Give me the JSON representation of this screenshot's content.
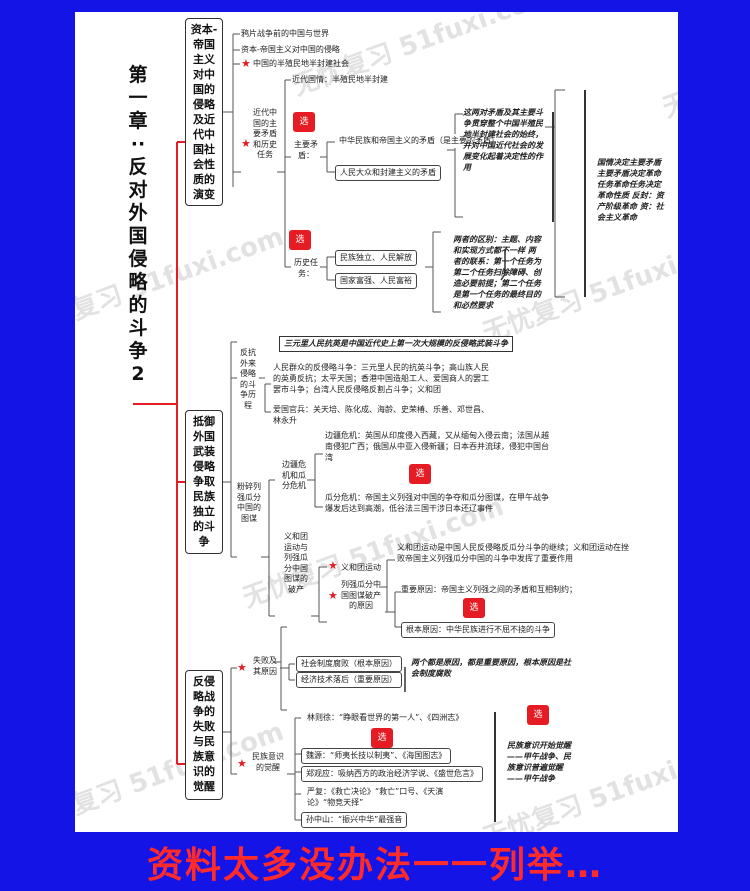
{
  "watermark": "无忧复习 51fuxi.com",
  "chapter_title": "第一章··反对外国侵略的斗争2",
  "footer": "资料太多没办法一一列举…",
  "badge_text": "选",
  "section1": {
    "title": "资本-帝国主义对中国的侵略及近代中国社会性质的演变",
    "items": [
      "鸦片战争前的中国与世界",
      "资本-帝国主义对中国的侵略",
      "中国的半殖民地半封建社会"
    ],
    "sub_label": "近代中国的主要矛盾和历史任务",
    "situation": "近代国情：半殖民地半封建",
    "contradiction_label": "主要矛盾：",
    "contradictions": [
      "中华民族和帝国主义的矛盾（是主要的矛盾）",
      "人民大众和封建主义的矛盾"
    ],
    "contradiction_note": "这两对矛盾及其主要斗争贯穿整个中国半殖民地半封建社会的始终，并对中国近代社会的发展变化起着决定性的作用",
    "task_label": "历史任务：",
    "tasks": [
      "民族独立、人民解放",
      "国家富强、人民富裕"
    ],
    "task_note": "两者的区别：主题、内容和实现方式都不一样 两者的联系：第一个任务为第二个任务扫除障碍、创造必要前提；第二个任务是第一个任务的最终目的和必然要求",
    "right_note": "国情决定主要矛盾主要矛盾决定革命任务革命任务决定革命性质 反封：资产阶级革命 资：社会主义革命"
  },
  "section2": {
    "title": "抵御外国武装侵略争取民族独立的斗争",
    "header": "三元里人民抗英是中国近代史上第一次大规模的反侵略武装斗争",
    "resist_label": "反抗外来侵略的斗争历程",
    "resist_text": "人民群众的反侵略斗争：三元里人民的抗英斗争；高山族人民的英勇反抗；太平天国；香港中国造船工人、爱国商人的罢工罢市斗争；台湾人民反侵略反割占斗争；义和团",
    "patriots": "爱国官兵：关天培、陈化成、海龄、史荣椿、乐善、邓世昌、林永升",
    "crush_label": "粉碎列强瓜分中国的图谋",
    "border_label": "边疆危机和瓜分危机",
    "border_crisis": "边疆危机：英国从印度侵入西藏，又从缅甸入侵云南；法国从越南侵犯广西；俄国从中亚入侵新疆；日本吞并流球，侵犯中国台湾",
    "partition_crisis": "瓜分危机：帝国主义列强对中国的争夺和瓜分图谋，在甲午战争爆发后达到高潮，低谷法三国干涉日本还辽事件",
    "boxer_label": "义和团运动与列强瓜分中国图谋的破产",
    "boxer_item": "义和团运动",
    "boxer_text": "义和团运动是中国人民反侵略反瓜分斗争的继续；义和团运动在挫败帝国主义列强瓜分中国的斗争中发挥了重要作用",
    "failure_label": "列强瓜分中国图谋破产的原因",
    "main_reason": "重要原因：帝国主义列强之间的矛盾和互相制约；",
    "root_reason": "根本原因：中华民族进行不屈不挠的斗争"
  },
  "section3": {
    "title": "反侵略战争的失败与民族意识的觉醒",
    "fail_label": "失败及其原因",
    "reasons": [
      "社会制度腐败（根本原因）",
      "经济技术落后（重要原因）"
    ],
    "reason_note": "两个都是原因，都是重要原因，根本原因是社会制度腐败",
    "awake_label": "民族意识的觉醒",
    "people": [
      "林则徐：“睁眼看世界的第一人”、《四洲志》",
      "魏源：“师夷长技以制夷”、《海国图志》",
      "郑观应：吸纳西方的政治经济学说、《盛世危言》",
      "严复：《救亡决论》“救亡”口号、《天演论》“物竞天择”",
      "孙中山：“振兴中华”最强音"
    ],
    "awake_note": "民族意识开始觉醒——甲午战争、民族意识普遍觉醒——甲午战争"
  }
}
